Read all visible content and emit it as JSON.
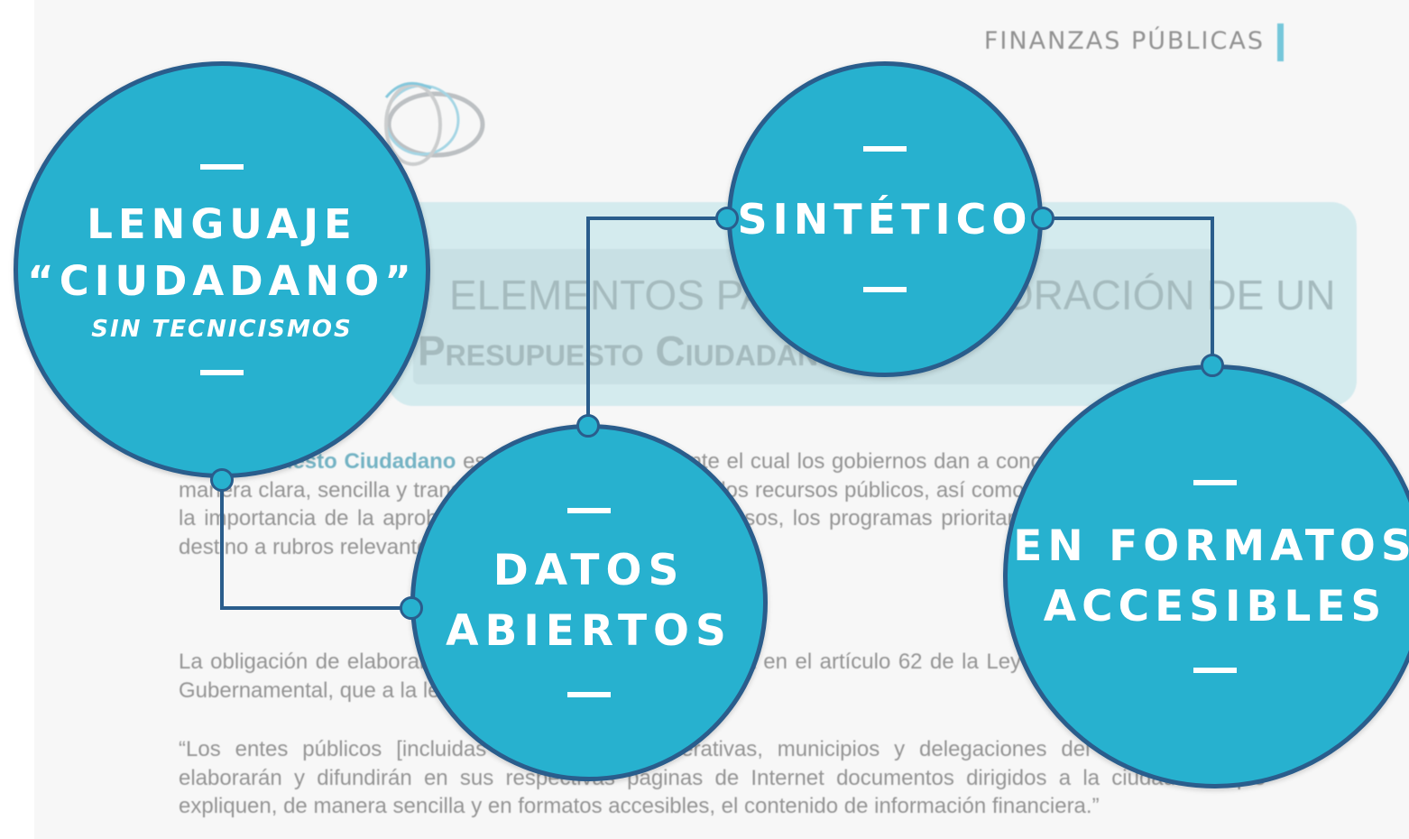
{
  "document": {
    "header": "FINANZAS PÚBLICAS",
    "banner_line1": "ELEMENTOS PARA LA ELABORACIÓN DE UN",
    "banner_line2": "Presupuesto Ciudadano",
    "para1_highlight": "El Presupuesto Ciudadano",
    "para1_rest": " es el documento mediante el cual los gobiernos dan a conocer a la ciudadanía, de manera clara, sencilla y transparente, en qué se gastan los recursos públicos, así como el origen de los mismos, la importancia de la aprobación del Presupuesto de Egresos, los programas prioritarios de los gobiernos, y el destino a rubros relevantes para la población.",
    "para2": "La obligación de elaborar este documento está establecida en el artículo 62 de la Ley General de Contabilidad Gubernamental, que a la letra menciona:",
    "para3": "“Los entes públicos [incluidas las entidades federativas, municipios y delegaciones del Distrito Federal] elaborarán y difundirán en sus respectivas páginas de Internet documentos dirigidos a la ciudadanía que expliquen, de manera sencilla y en formatos accesibles, el contenido de información financiera.”"
  },
  "circles": {
    "lenguaje": {
      "line1": "LENGUAJE",
      "line2": "“CIUDADANO”",
      "line3": "SIN TECNICISMOS"
    },
    "sintetico": {
      "line1": "SINTÉTICO"
    },
    "datos": {
      "line1": "DATOS",
      "line2": "ABIERTOS"
    },
    "formatos": {
      "line1": "EN FORMATOS",
      "line2": "ACCESIBLES"
    }
  },
  "colors": {
    "circle_fill": "#27b1cf",
    "circle_border": "#2a5d8c",
    "connector": "#2a5d8c",
    "text": "#ffffff"
  }
}
